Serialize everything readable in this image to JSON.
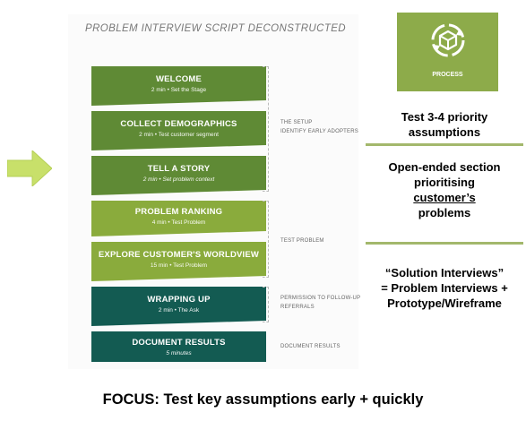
{
  "title": "PROBLEM INTERVIEW SCRIPT DECONSTRUCTED",
  "steps": [
    {
      "name": "WELCOME",
      "sub": "2 min • Set the Stage",
      "color": "#5f8a35"
    },
    {
      "name": "COLLECT DEMOGRAPHICS",
      "sub": "2 min • Test customer segment",
      "color": "#5f8a35"
    },
    {
      "name": "TELL A STORY",
      "sub": "2 min • Set problem context",
      "color": "#5f8a35"
    },
    {
      "name": "PROBLEM RANKING",
      "sub": "4 min • Test Problem",
      "color": "#8aab3c"
    },
    {
      "name": "EXPLORE CUSTOMER'S WORLDVIEW",
      "sub": "15 min • Test Problem",
      "color": "#8aab3c"
    },
    {
      "name": "WRAPPING UP",
      "sub": "2 min • The Ask",
      "color": "#135b52"
    },
    {
      "name": "DOCUMENT RESULTS",
      "sub": "5 minutes",
      "color": "#135b52"
    }
  ],
  "phases": [
    {
      "line1": "THE SETUP",
      "line2": "IDENTIFY EARLY ADOPTERS"
    },
    {
      "line1": "TEST PROBLEM",
      "line2": ""
    },
    {
      "line1": "PERMISSION TO FOLLOW-UP",
      "line2": "REFERRALS"
    },
    {
      "line1": "DOCUMENT RESULTS",
      "line2": ""
    }
  ],
  "badge": {
    "label": "PROCESS",
    "icon": "recycle-box-icon",
    "color": "#8dab4a"
  },
  "notes": {
    "n1_l1": "Test 3-4 priority",
    "n1_l2": "assumptions",
    "n2_l1": "Open-ended section",
    "n2_l2": "prioritising",
    "n2_l3": "customer’s",
    "n2_l4": "problems",
    "n3_l1": "“Solution Interviews”",
    "n3_l2": "= Problem Interviews +",
    "n3_l3": "Prototype/Wireframe"
  },
  "focus": "FOCUS: Test key assumptions early + quickly",
  "arrow_color": "#c8e06a"
}
